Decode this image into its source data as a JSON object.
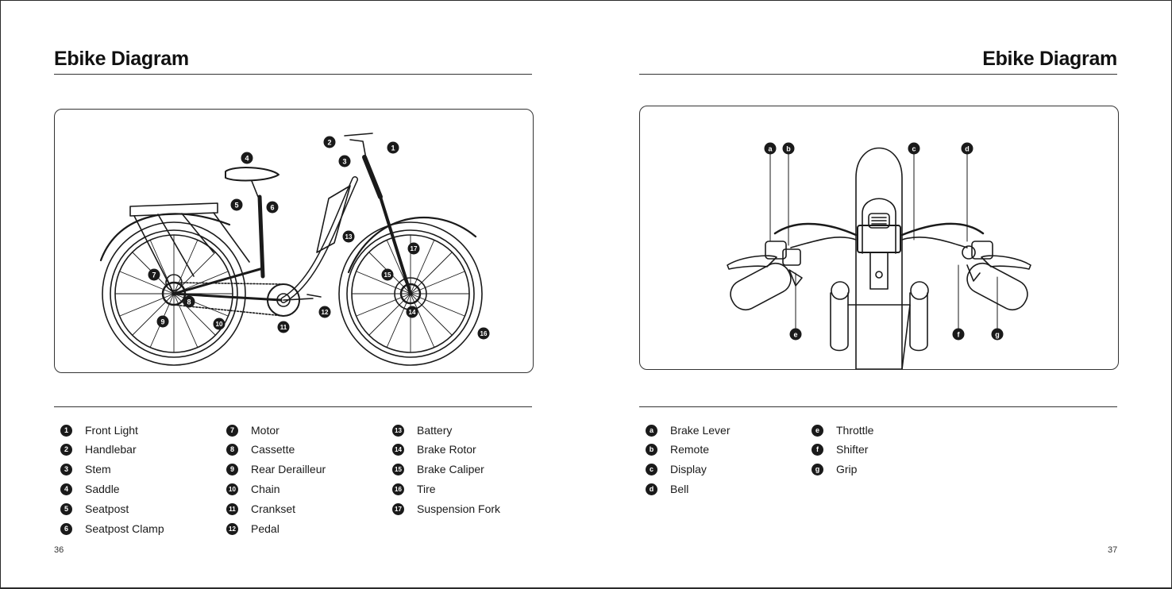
{
  "left_page": {
    "title": "Ebike Diagram",
    "page_number": "36",
    "legend": [
      {
        "num": "1",
        "label": "Front Light"
      },
      {
        "num": "2",
        "label": "Handlebar"
      },
      {
        "num": "3",
        "label": "Stem"
      },
      {
        "num": "4",
        "label": "Saddle"
      },
      {
        "num": "5",
        "label": "Seatpost"
      },
      {
        "num": "6",
        "label": "Seatpost Clamp"
      },
      {
        "num": "7",
        "label": "Motor"
      },
      {
        "num": "8",
        "label": "Cassette"
      },
      {
        "num": "9",
        "label": "Rear Derailleur"
      },
      {
        "num": "10",
        "label": "Chain"
      },
      {
        "num": "11",
        "label": "Crankset"
      },
      {
        "num": "12",
        "label": "Pedal"
      },
      {
        "num": "13",
        "label": "Battery"
      },
      {
        "num": "14",
        "label": "Brake Rotor"
      },
      {
        "num": "15",
        "label": "Brake Caliper"
      },
      {
        "num": "16",
        "label": "Tire"
      },
      {
        "num": "17",
        "label": "Suspension Fork"
      }
    ]
  },
  "right_page": {
    "title": "Ebike Diagram",
    "page_number": "37",
    "legend": [
      {
        "num": "a",
        "label": "Brake Lever"
      },
      {
        "num": "b",
        "label": "Remote"
      },
      {
        "num": "c",
        "label": "Display"
      },
      {
        "num": "d",
        "label": "Bell"
      },
      {
        "num": "e",
        "label": "Throttle"
      },
      {
        "num": "f",
        "label": "Shifter"
      },
      {
        "num": "g",
        "label": "Grip"
      }
    ]
  }
}
